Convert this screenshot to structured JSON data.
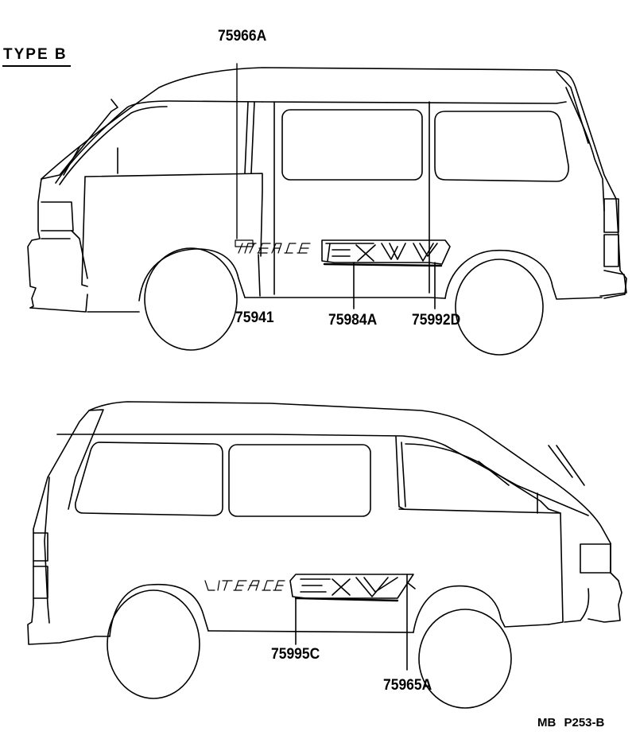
{
  "diagram": {
    "title": "TYPE  B",
    "footer": "MB  P253-B",
    "colors": {
      "line": "#000000",
      "background": "#ffffff"
    },
    "upper_view": {
      "description": "Van side view, facing left (driver side), with LITEACE FXV emblem",
      "emblem_small": "LITEACE",
      "emblem_large": "FXV",
      "callouts": [
        {
          "part_no": "75966A"
        },
        {
          "part_no": "75941"
        },
        {
          "part_no": "75984A"
        },
        {
          "part_no": "75992D"
        }
      ]
    },
    "lower_view": {
      "description": "Van side view, facing right (passenger side), with LITEACE FXV emblem",
      "emblem_small": "LITEACE",
      "emblem_large": "FXV",
      "callouts": [
        {
          "part_no": "75995C"
        },
        {
          "part_no": "75965A"
        }
      ]
    }
  }
}
